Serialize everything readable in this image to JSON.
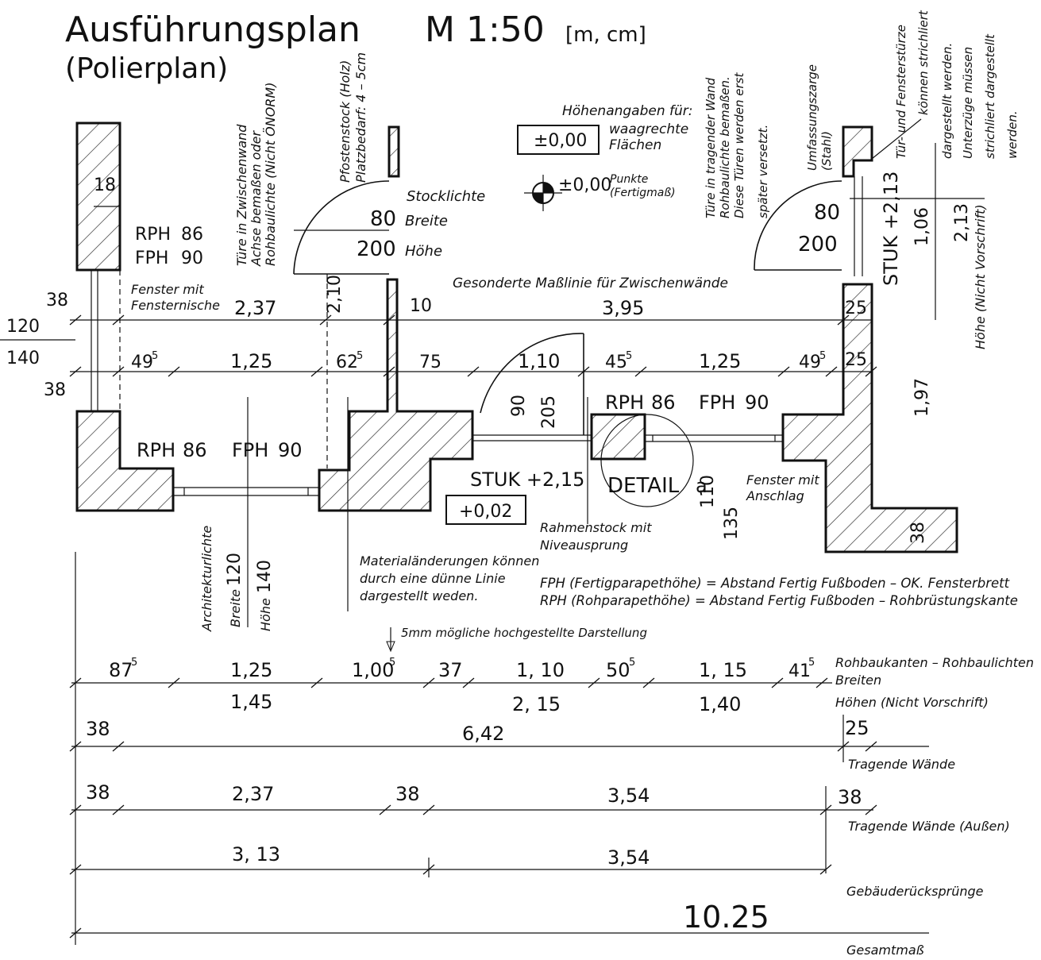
{
  "title": "Ausführungsplan",
  "scale": "M 1:50",
  "units": "[m, cm]",
  "subtitle": "(Polierplan)",
  "notes": {
    "hoehen_heading": "Höhenangaben für:",
    "hoehen_flaechen_value": "±0,00",
    "hoehen_flaechen_label_1": "waagrechte",
    "hoehen_flaechen_label_2": "Flächen",
    "hoehen_punkte_value": "±0,00",
    "hoehen_punkte_label_1": "Punkte",
    "hoehen_punkte_label_2": "(Fertigmaß)",
    "tuer_zwischenwand_1": "Türe in Zwischenwand",
    "tuer_zwischenwand_2": "Achse bemaßen oder",
    "tuer_zwischenwand_3": "Rohbaulichte (Nicht ÖNORM)",
    "pfostenstock_1": "Pfostenstock (Holz)",
    "pfostenstock_2": "Platzbedarf: 4 – 5cm",
    "tuer_tragend_1": "Türe in tragender Wand",
    "tuer_tragend_2": "Rohbaulichte bemaßen.",
    "tuer_tragend_3": "Diese Türen werden erst",
    "tuer_tragend_4": "später versetzt.",
    "umfassungszarge_1": "Umfassungszarge",
    "umfassungszarge_2": "(Stahl)",
    "stuerze_1": "Tür- und Fensterstürze",
    "stuerze_2": "können strichliert",
    "stuerze_3": "dargestellt werden.",
    "stuerze_4": "Unterzüge müssen",
    "stuerze_5": "strichliert dargestellt",
    "stuerze_6": "werden.",
    "stocklichte": "Stocklichte",
    "breite": "Breite",
    "hoehe": "Höhe",
    "gesonderte_masslinie": "Gesonderte Maßlinie für Zwischenwände",
    "fenster_nische_1": "Fenster mit",
    "fenster_nische_2": "Fensternische",
    "fenster_anschlag_1": "Fenster mit",
    "fenster_anschlag_2": "Anschlag",
    "rahmenstock_1": "Rahmenstock mit",
    "rahmenstock_2": "Niveausprung",
    "material_1": "Materialänderungen können",
    "material_2": "durch eine dünne Linie",
    "material_3": "dargestellt weden.",
    "fph_def": "FPH (Fertigparapethöhe) = Abstand Fertig Fußboden – OK. Fensterbrett",
    "rph_def": "RPH (Rohparapethöhe) = Abstand Fertig Fußboden – Rohbrüstungskante",
    "hochgestellt": "5mm mögliche hochgestellte Darstellung",
    "architekturlichte": "Architekturlichte",
    "hoehe_nicht_vorschrift": "Höhe (Nicht Vorschrift)",
    "detail": "DETAIL",
    "detail_letter": "a"
  },
  "plan_labels": {
    "wall_18": "18",
    "rph": "RPH",
    "fph": "FPH",
    "rph_86": "86",
    "fph_90": "90",
    "door1_width": "80",
    "door1_height": "200",
    "door1_2_10": "2,10",
    "door2_width": "80",
    "door2_height": "200",
    "stuk_top": "STUK +2,13",
    "val_1_06": "1,06",
    "val_2_13": "2,13",
    "val_1_97": "1,97",
    "val_25a": "25",
    "val_25b": "25",
    "left_38a": "38",
    "left_120": "120",
    "left_140": "140",
    "left_38b": "38",
    "d_2_37": "2,37",
    "d_10": "10",
    "d_3_95": "3,95",
    "d_49_5a": "49",
    "d_1_25a": "1,25",
    "d_62_5": "62",
    "d_75": "75",
    "d_1_10": "1,10",
    "d_45_5": "45",
    "d_1_25b": "1,25",
    "d_49_5b": "49",
    "sup5": "5",
    "door3_90": "90",
    "door3_205": "205",
    "stuk_mid": "STUK +2,15",
    "level_002": "+0,02",
    "win_110": "110",
    "win_135": "135",
    "corner_38": "38",
    "arch_breite_val": "120",
    "arch_hoehe_val": "140"
  },
  "dimension_rows": [
    {
      "label_1": "Rohbaukanten – Rohbaulichten",
      "label_2": "Breiten",
      "values": [
        "87",
        "1,25",
        "1,00",
        "37",
        "1, 10",
        "50",
        "1, 15",
        "41"
      ]
    },
    {
      "label": "Höhen (Nicht Vorschrift)",
      "values": [
        "1,45",
        "2, 15",
        "1,40"
      ]
    },
    {
      "label": "Tragende Wände",
      "values": [
        "38",
        "6,42",
        "25"
      ]
    },
    {
      "label": "Tragende Wände (Außen)",
      "values": [
        "38",
        "2,37",
        "38",
        "3,54",
        "38"
      ]
    },
    {
      "label": "Gebäuderücksprünge",
      "values": [
        "3, 13",
        "3,54"
      ]
    },
    {
      "label": "Gesamtmaß",
      "values": [
        "10.25"
      ]
    }
  ]
}
